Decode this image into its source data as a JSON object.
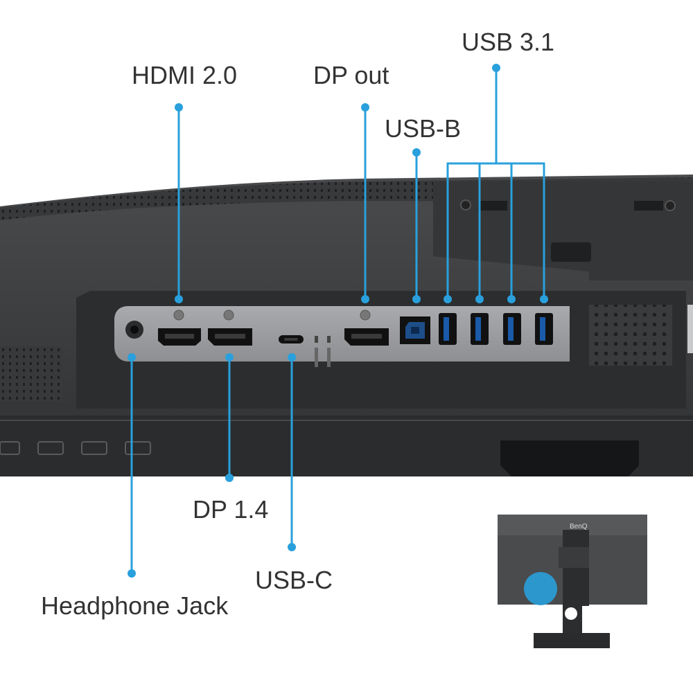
{
  "labels": {
    "hdmi": "HDMI 2.0",
    "dp_out": "DP out",
    "usb_b": "USB-B",
    "usb31": "USB 3.1",
    "dp14": "DP 1.4",
    "usbc": "USB-C",
    "headphone": "Headphone Jack"
  },
  "brand": "BenQ",
  "colors": {
    "callout": "#29a0dc",
    "monitor_body": "#3b3c3e",
    "port_panel": "#9c9da0",
    "text": "#333333"
  }
}
